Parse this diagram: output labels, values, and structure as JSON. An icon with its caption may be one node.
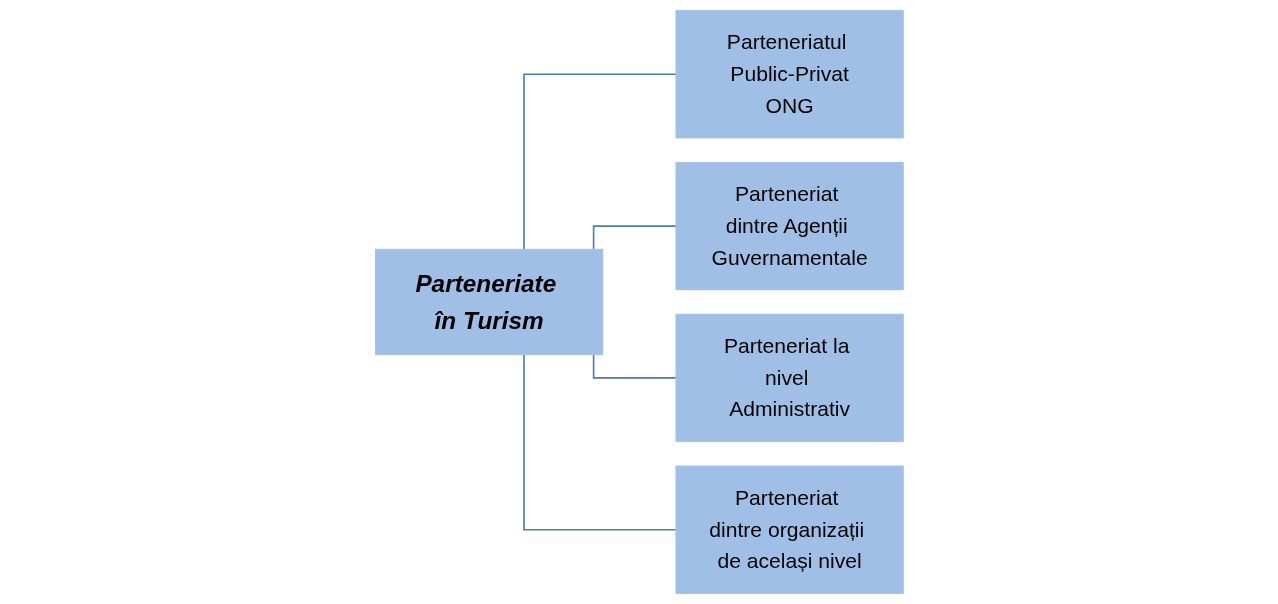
{
  "diagram": {
    "nodes": [
      {
        "text": [
          "Parteneriate în Turism"
        ]
      },
      {
        "text": [
          "Parteneriatul Public-Privat",
          "ONG"
        ]
      },
      {
        "text": [
          "Parteneriat dintre Agenții Guvernamentale"
        ]
      },
      {
        "text": [
          "Parteneriat la nivel Administrativ"
        ]
      },
      {
        "text": [
          "Parteneriat dintre organizații de același nivel"
        ]
      }
    ],
    "edges": [
      {
        "from": 0,
        "to": 1,
        "arrow": "none"
      },
      {
        "from": 0,
        "to": 2,
        "arrow": "none"
      },
      {
        "from": 0,
        "to": 3,
        "arrow": "none"
      },
      {
        "from": 0,
        "to": 4,
        "arrow": "none"
      }
    ]
  }
}
